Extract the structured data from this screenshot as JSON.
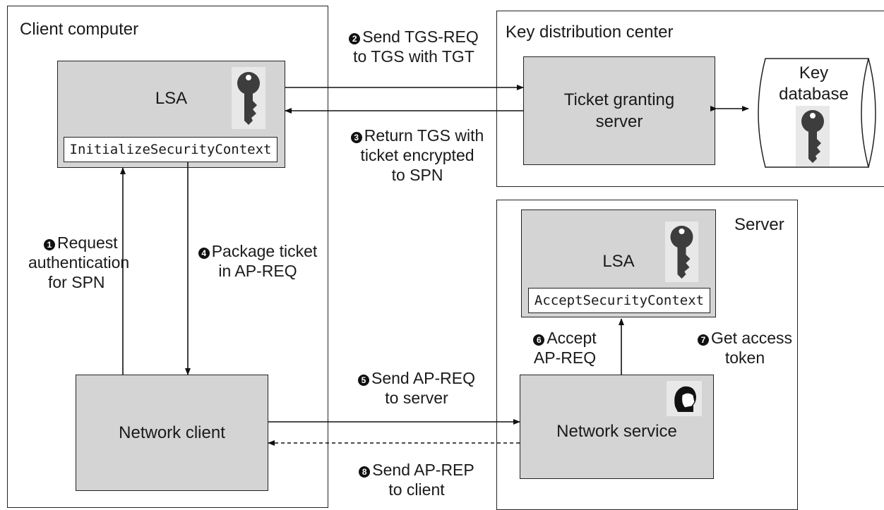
{
  "regions": {
    "client": "Client computer",
    "kdc": "Key distribution center",
    "server": "Server"
  },
  "boxes": {
    "client_lsa": "LSA",
    "client_lsa_fn": "InitializeSecurityContext",
    "network_client": "Network client",
    "tgs": [
      "Ticket granting",
      "server"
    ],
    "key_db": [
      "Key",
      "database"
    ],
    "server_lsa": "LSA",
    "server_lsa_fn": "AcceptSecurityContext",
    "network_service": "Network service"
  },
  "steps": [
    {
      "num": "1",
      "lines": [
        "Request",
        "authentication",
        "for SPN"
      ]
    },
    {
      "num": "2",
      "lines": [
        "Send TGS-REQ",
        "to TGS with TGT"
      ]
    },
    {
      "num": "3",
      "lines": [
        "Return TGS with",
        "ticket encrypted",
        "to SPN"
      ]
    },
    {
      "num": "4",
      "lines": [
        "Package ticket",
        "in AP-REQ"
      ]
    },
    {
      "num": "5",
      "lines": [
        "Send AP-REQ",
        "to server"
      ]
    },
    {
      "num": "6",
      "lines": [
        "Accept",
        "AP-REQ"
      ]
    },
    {
      "num": "7",
      "lines": [
        "Get access",
        "token"
      ]
    },
    {
      "num": "8",
      "lines": [
        "Send AP-REP",
        "to client"
      ]
    }
  ],
  "icons": {
    "client_lsa_key": "key-icon",
    "kdc_key": "key-icon",
    "server_lsa_key": "key-icon",
    "service_user": "person-icon"
  }
}
